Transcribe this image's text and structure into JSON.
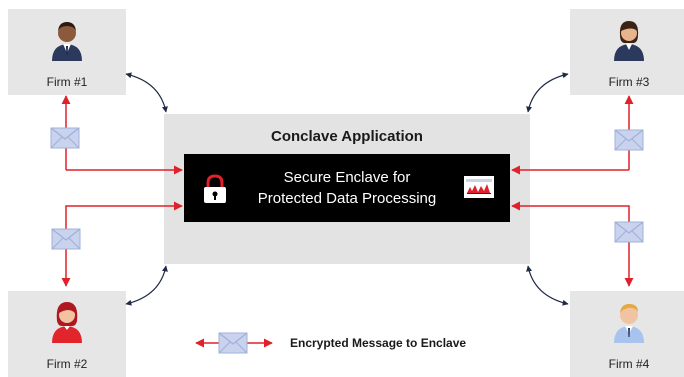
{
  "firms": {
    "firm1": "Firm #1",
    "firm2": "Firm #2",
    "firm3": "Firm #3",
    "firm4": "Firm #4"
  },
  "app": {
    "title": "Conclave Application",
    "enclave_line1": "Secure Enclave for",
    "enclave_line2": "Protected Data Processing"
  },
  "legend": {
    "text": "Encrypted Message to Enclave"
  },
  "colors": {
    "arrow_red": "#e0202a",
    "envelope_blue": "#c9d3ee",
    "curve_dark": "#1f2b44"
  }
}
